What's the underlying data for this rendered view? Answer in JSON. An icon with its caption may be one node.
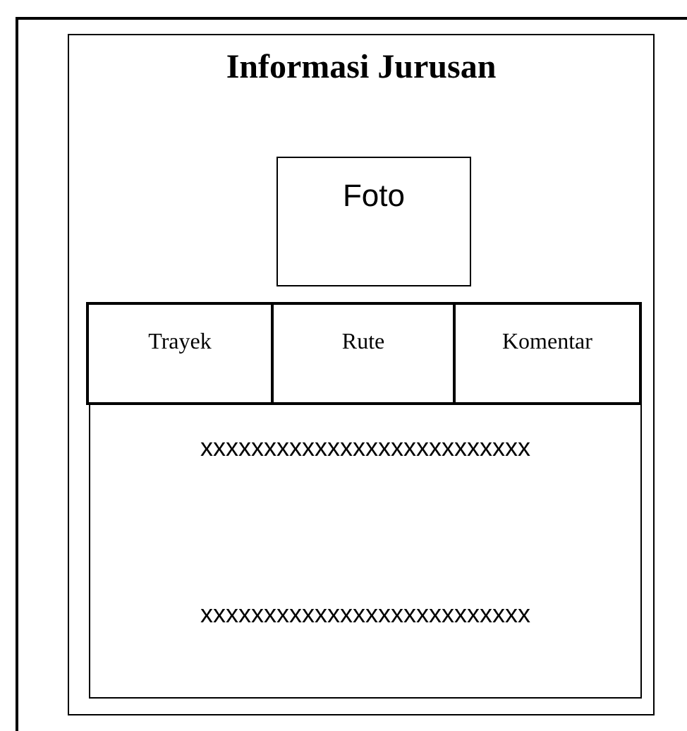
{
  "diagram": {
    "nodes": [
      {
        "text": [
          "Informasi Jurusan"
        ]
      },
      {
        "text": [
          "Foto"
        ],
        "in": 0
      },
      {
        "text": [
          "Trayek"
        ],
        "in": 0
      },
      {
        "text": [
          "Rute"
        ],
        "in": 0
      },
      {
        "text": [
          "Komentar"
        ],
        "in": 0
      },
      {
        "text": [
          "xxxxxxxxxxxxxxxxxxxxxxxxxx",
          "xxxxxxxxxxxxxxxxxxxxxxxxxx"
        ],
        "in": 0
      }
    ]
  }
}
